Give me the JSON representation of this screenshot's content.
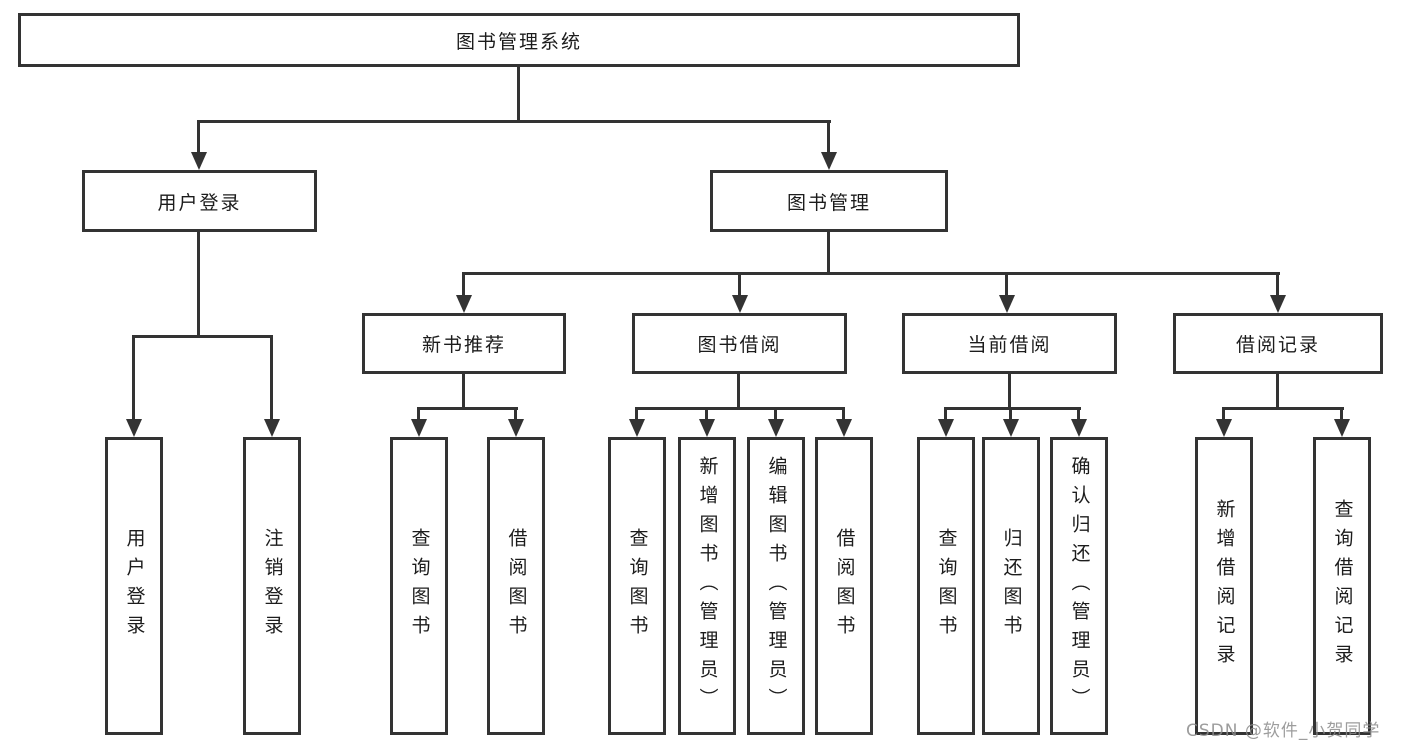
{
  "diagram": {
    "root": {
      "label": "图书管理系统"
    },
    "level2": [
      {
        "label": "用户登录"
      },
      {
        "label": "图书管理"
      }
    ],
    "level3": [
      {
        "label": "新书推荐"
      },
      {
        "label": "图书借阅"
      },
      {
        "label": "当前借阅"
      },
      {
        "label": "借阅记录"
      }
    ],
    "leaves": {
      "login": [
        "用户登录",
        "注销登录"
      ],
      "recommend": [
        "查询图书",
        "借阅图书"
      ],
      "borrow": [
        "查询图书",
        "新增图书（管理员）",
        "编辑图书（管理员）",
        "借阅图书"
      ],
      "current": [
        "查询图书",
        "归还图书",
        "确认归还（管理员）"
      ],
      "records": [
        "新增借阅记录",
        "查询借阅记录"
      ]
    },
    "colors": {
      "line": "#333333",
      "text": "#1c1c1c",
      "background": "#ffffff",
      "watermark": "#8c8c8c"
    },
    "watermark": "CSDN @软件_小贺同学"
  }
}
